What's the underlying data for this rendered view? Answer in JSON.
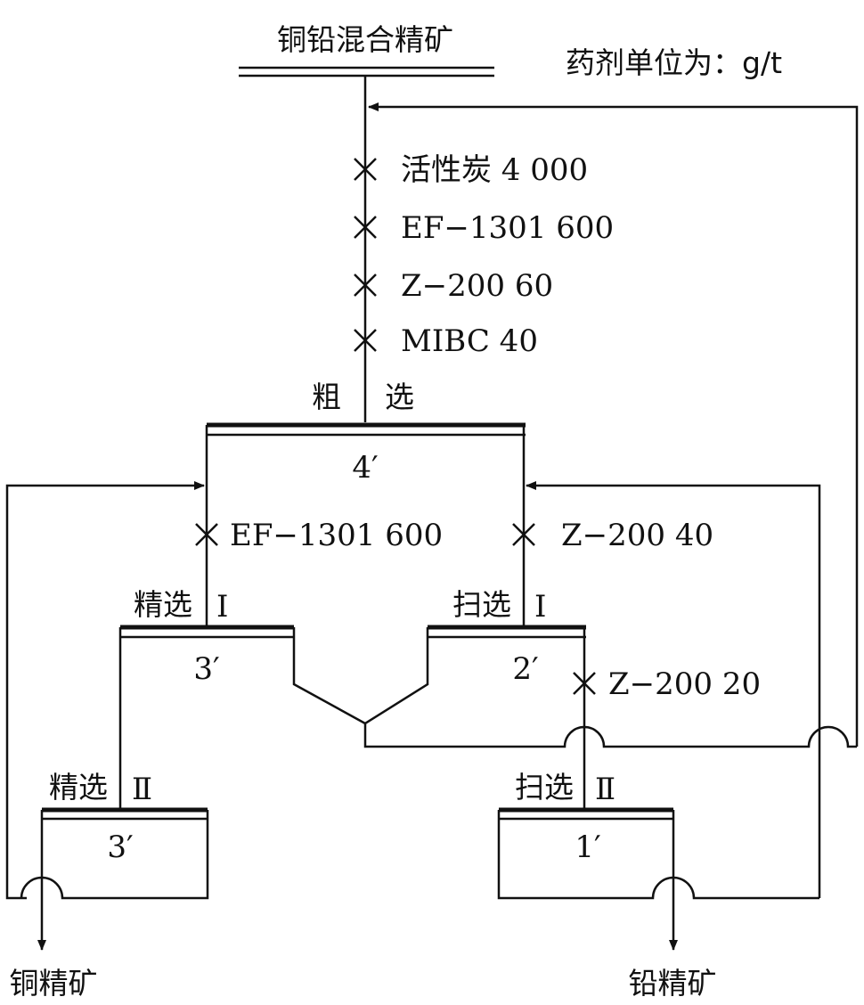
{
  "title": "铜铅混合精矿",
  "unit_note": "药剂单位为：g/t",
  "rougher": {
    "label_left": "粗",
    "label_right": "选",
    "cells": "4′",
    "reagents": [
      "活性炭 4 000",
      "EF−1301 600",
      "Z−200 60",
      "MIBC 40"
    ]
  },
  "cleaner1": {
    "label": "精选",
    "roman": "Ⅰ",
    "cells": "3′",
    "reagent": "EF−1301 600"
  },
  "scavenger1": {
    "label": "扫选",
    "roman": "Ⅰ",
    "cells": "2′",
    "reagent": "Z−200 40",
    "tail_reagent": "Z−200 20"
  },
  "cleaner2": {
    "label": "精选",
    "roman": "Ⅱ",
    "cells": "3′"
  },
  "scavenger2": {
    "label": "扫选",
    "roman": "Ⅱ",
    "cells": "1′"
  },
  "products": {
    "copper": "铜精矿",
    "lead": "铅精矿"
  }
}
